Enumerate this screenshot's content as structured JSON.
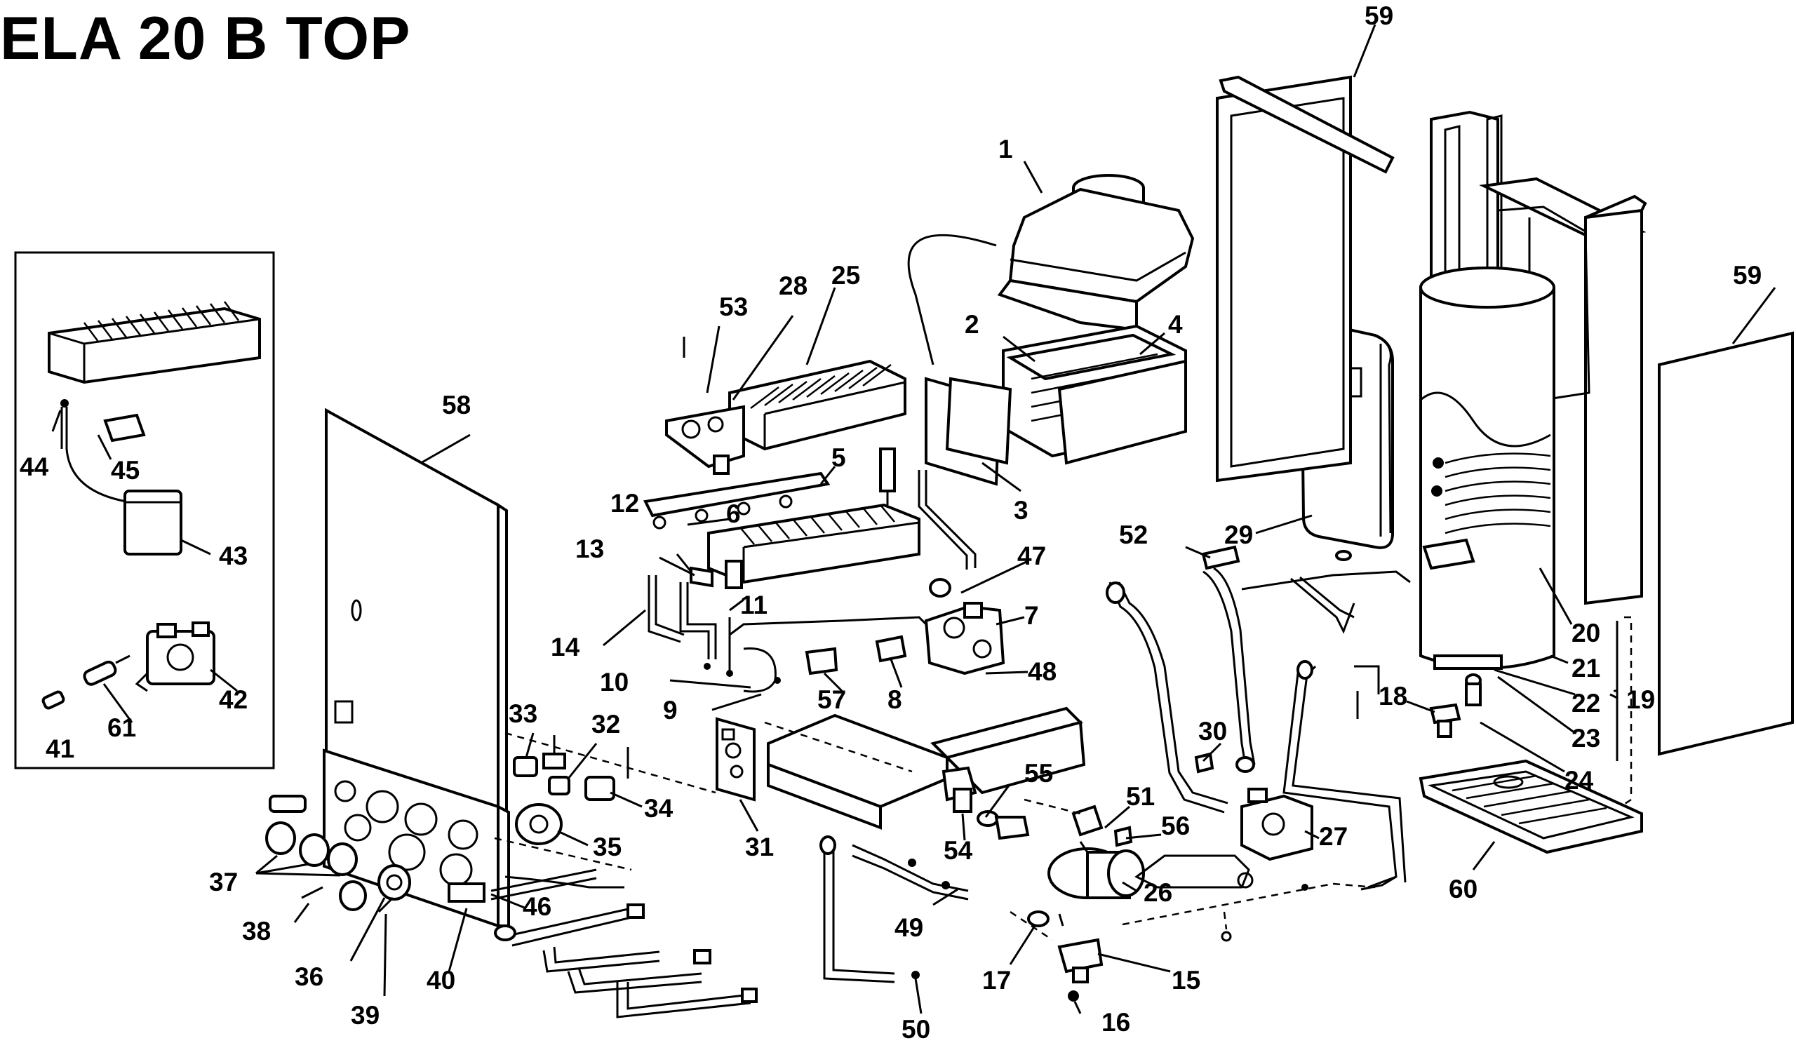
{
  "title": "ELA 20 B TOP",
  "callouts": {
    "1": "1",
    "2": "2",
    "3": "3",
    "4": "4",
    "5": "5",
    "6": "6",
    "7": "7",
    "8": "8",
    "9": "9",
    "10": "10",
    "11": "11",
    "12": "12",
    "13": "13",
    "14": "14",
    "15": "15",
    "16": "16",
    "17": "17",
    "18": "18",
    "19": "19",
    "20": "20",
    "21": "21",
    "22": "22",
    "23": "23",
    "24": "24",
    "25": "25",
    "26": "26",
    "27": "27",
    "28": "28",
    "29": "29",
    "30": "30",
    "31": "31",
    "32": "32",
    "33": "33",
    "34": "34",
    "35": "35",
    "36": "36",
    "37": "37",
    "38": "38",
    "39": "39",
    "40": "40",
    "41": "41",
    "42": "42",
    "43": "43",
    "44": "44",
    "45": "45",
    "46": "46",
    "47": "47",
    "48": "48",
    "49": "49",
    "50": "50",
    "51": "51",
    "52": "52",
    "53": "53",
    "54": "54",
    "55": "55",
    "56": "56",
    "57": "57",
    "58": "58",
    "59": "59",
    "60": "60",
    "61": "61"
  }
}
